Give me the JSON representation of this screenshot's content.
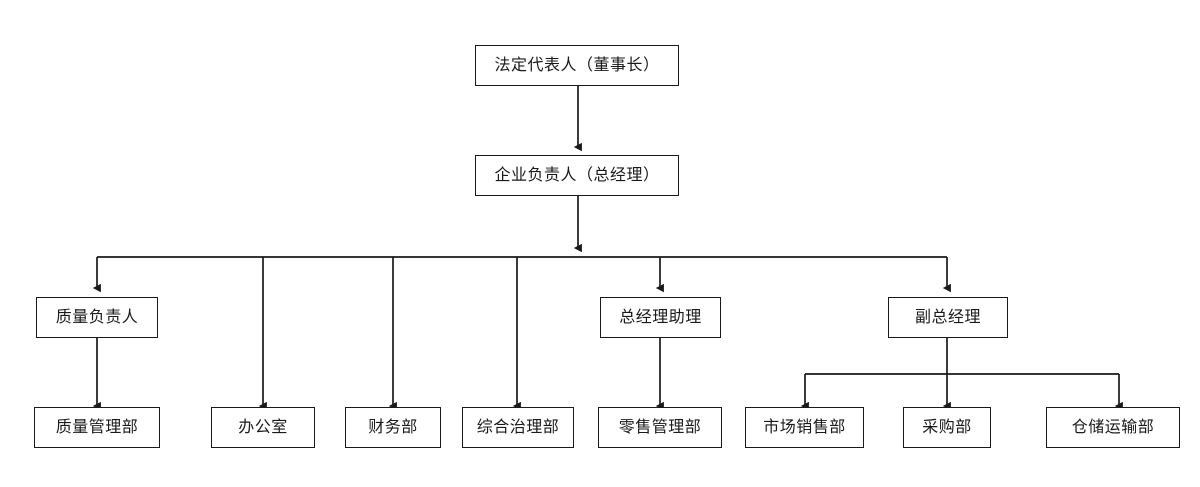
{
  "chart_data": {
    "type": "diagram",
    "diagram_kind": "organizational-chart",
    "title": "",
    "orientation": "top-down",
    "colors": {
      "background": "#ffffff",
      "box_border": "#1a1a1a",
      "box_fill": "#ffffff",
      "connector": "#1a1a1a",
      "text": "#1a1a1a"
    },
    "levels": [
      [
        "法定代表人（董事长）"
      ],
      [
        "企业负责人（总经理）"
      ],
      [
        "质量负责人",
        "总经理助理",
        "副总经理"
      ],
      [
        "质量管理部",
        "办公室",
        "财务部",
        "综合治理部",
        "零售管理部",
        "市场销售部",
        "采购部",
        "仓储运输部"
      ]
    ],
    "edges": [
      {
        "from": "法定代表人（董事长）",
        "to": "企业负责人（总经理）"
      },
      {
        "from": "企业负责人（总经理）",
        "to": "质量负责人"
      },
      {
        "from": "企业负责人（总经理）",
        "to": "办公室"
      },
      {
        "from": "企业负责人（总经理）",
        "to": "财务部"
      },
      {
        "from": "企业负责人（总经理）",
        "to": "综合治理部"
      },
      {
        "from": "企业负责人（总经理）",
        "to": "总经理助理"
      },
      {
        "from": "企业负责人（总经理）",
        "to": "副总经理"
      },
      {
        "from": "质量负责人",
        "to": "质量管理部"
      },
      {
        "from": "总经理助理",
        "to": "零售管理部"
      },
      {
        "from": "副总经理",
        "to": "市场销售部"
      },
      {
        "from": "副总经理",
        "to": "采购部"
      },
      {
        "from": "副总经理",
        "to": "仓储运输部"
      }
    ]
  },
  "nodes": {
    "chairman": {
      "label": "法定代表人（董事长）"
    },
    "general_manager": {
      "label": "企业负责人（总经理）"
    },
    "quality_head": {
      "label": "质量负责人"
    },
    "gm_assistant": {
      "label": "总经理助理"
    },
    "deputy_gm": {
      "label": "副总经理"
    },
    "quality_dept": {
      "label": "质量管理部"
    },
    "office": {
      "label": "办公室"
    },
    "finance_dept": {
      "label": "财务部"
    },
    "governance_dept": {
      "label": "综合治理部"
    },
    "retail_dept": {
      "label": "零售管理部"
    },
    "marketing_dept": {
      "label": "市场销售部"
    },
    "procurement_dept": {
      "label": "采购部"
    },
    "warehouse_dept": {
      "label": "仓储运输部"
    }
  }
}
